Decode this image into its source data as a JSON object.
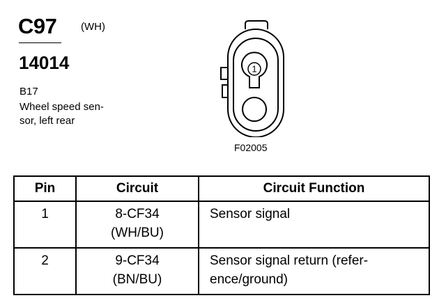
{
  "header": {
    "connector_id": "C97",
    "color_code": "(WH)",
    "part_number": "14014"
  },
  "component": {
    "ref": "B17",
    "description_lines": [
      "Wheel speed sen-",
      "sor, left rear"
    ]
  },
  "figure": {
    "pin_label": "1",
    "label": "F02005"
  },
  "table": {
    "headers": [
      "Pin",
      "Circuit",
      "Circuit Function"
    ],
    "rows": [
      {
        "pin": "1",
        "circuit": [
          "8-CF34",
          "(WH/BU)"
        ],
        "function": [
          "Sensor signal"
        ]
      },
      {
        "pin": "2",
        "circuit": [
          "9-CF34",
          "(BN/BU)"
        ],
        "function": [
          "Sensor signal return (refer-",
          "ence/ground)"
        ]
      }
    ]
  }
}
